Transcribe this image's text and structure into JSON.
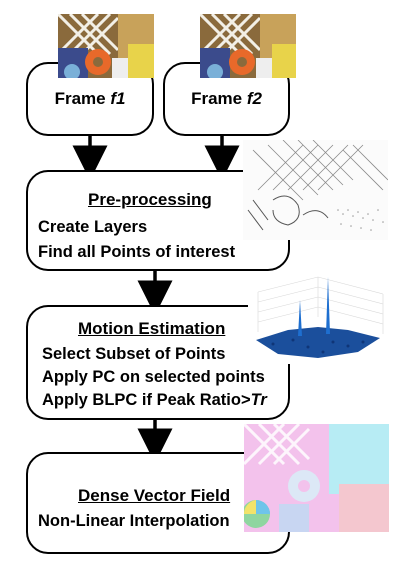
{
  "frames": [
    {
      "label": "Frame ",
      "var": "f1"
    },
    {
      "label": "Frame ",
      "var": "f2"
    }
  ],
  "preprocessing": {
    "title": "Pre-processing",
    "lines": [
      "Create Layers",
      "Find all Points of interest"
    ]
  },
  "motion": {
    "title": "Motion Estimation",
    "lines": [
      "Select Subset of Points",
      "Apply PC on selected points"
    ],
    "last_line_prefix": "Apply BLPC if Peak Ratio>",
    "last_line_var": "Tr"
  },
  "dense": {
    "title": "Dense Vector Field",
    "lines": [
      "Non-Linear Interpolation"
    ]
  },
  "colors": {
    "border": "#000000",
    "surface_peak": "#1b4f9c",
    "flow_pink": "#f5b6e8",
    "flow_cyan": "#a9e8f0"
  }
}
